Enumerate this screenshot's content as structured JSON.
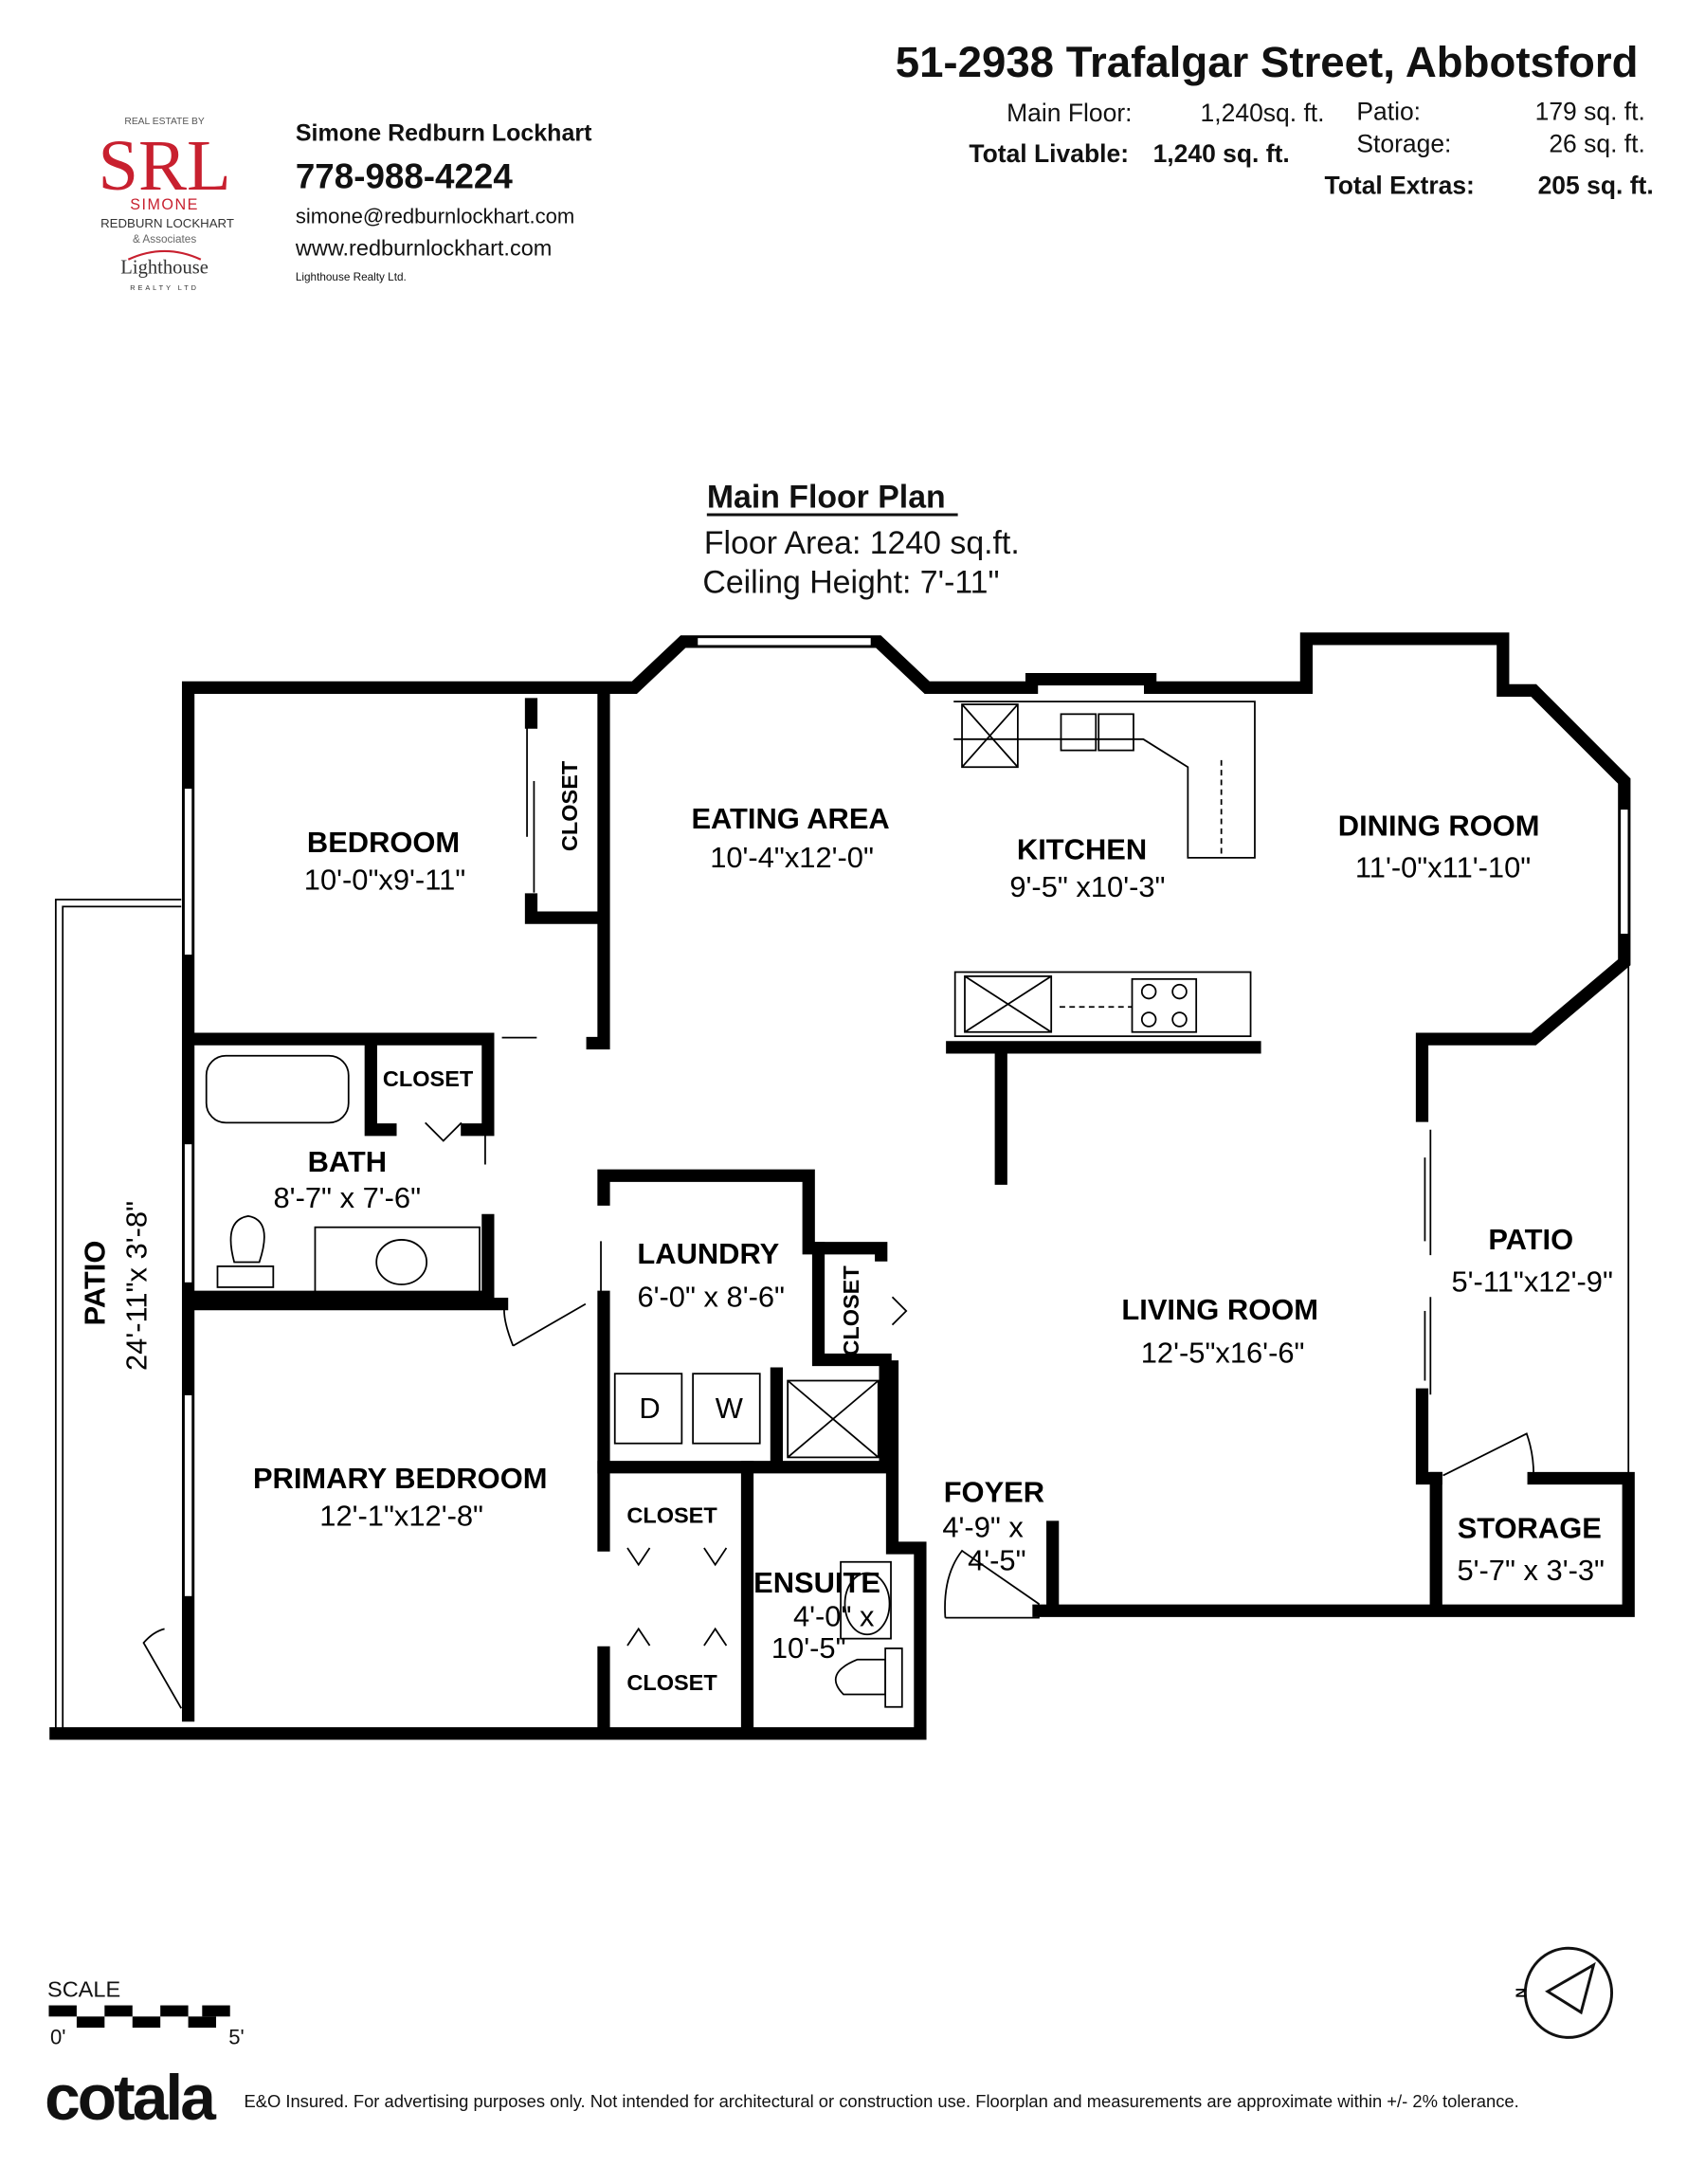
{
  "header": {
    "address": "51-2938 Trafalgar Street, Abbotsford",
    "main_floor_label": "Main Floor:",
    "main_floor_value": "1,240sq. ft.",
    "total_livable_label": "Total Livable:",
    "total_livable_value": "1,240 sq. ft.",
    "patio_label": "Patio:",
    "patio_value": "179 sq. ft.",
    "storage_label": "Storage:",
    "storage_value": "26 sq. ft.",
    "total_extras_label": "Total Extras:",
    "total_extras_value": "205 sq. ft."
  },
  "agent": {
    "logo_top": "REAL ESTATE BY",
    "logo_letters": "SRL",
    "logo_simone": "SIMONE",
    "logo_name": "REDBURN LOCKHART",
    "logo_assoc": "& Associates",
    "logo_brokerage": "Lighthouse",
    "logo_brokerage_sub": "REALTY LTD",
    "name": "Simone Redburn Lockhart",
    "phone": "778-988-4224",
    "email": "simone@redburnlockhart.com",
    "website": "www.redburnlockhart.com",
    "brokerage": "Lighthouse Realty Ltd."
  },
  "plan": {
    "title": "Main Floor Plan",
    "floor_area": "Floor Area: 1240 sq.ft.",
    "ceiling_height": "Ceiling Height: 7'-11\"",
    "rooms": {
      "bedroom": {
        "name": "BEDROOM",
        "dims": "10'-0\"x9'-11\""
      },
      "bedroom_closet": {
        "name": "CLOSET"
      },
      "eating": {
        "name": "EATING AREA",
        "dims": "10'-4\"x12'-0\""
      },
      "kitchen": {
        "name": "KITCHEN",
        "dims": "9'-5\" x10'-3\""
      },
      "dining": {
        "name": "DINING ROOM",
        "dims": "11'-0\"x11'-10\""
      },
      "bath_closet": {
        "name": "CLOSET"
      },
      "bath": {
        "name": "BATH",
        "dims": "8'-7\" x 7'-6\""
      },
      "laundry": {
        "name": "LAUNDRY",
        "dims": "6'-0\" x 8'-6\""
      },
      "laundry_closet": {
        "name": "CLOSET"
      },
      "living": {
        "name": "LIVING ROOM",
        "dims": "12'-5\"x16'-6\""
      },
      "patio_right": {
        "name": "PATIO",
        "dims": "5'-11\"x12'-9\""
      },
      "primary": {
        "name": "PRIMARY BEDROOM",
        "dims": "12'-1\"x12'-8\""
      },
      "primary_closet_1": {
        "name": "CLOSET"
      },
      "primary_closet_2": {
        "name": "CLOSET"
      },
      "foyer": {
        "name": "FOYER",
        "dims_1": "4'-9\" x",
        "dims_2": "4'-5\""
      },
      "ensuite": {
        "name": "ENSUITE",
        "dims_1": "4'-0\" x",
        "dims_2": "10'-5\""
      },
      "storage": {
        "name": "STORAGE",
        "dims": "5'-7\" x 3'-3\""
      },
      "patio_left": {
        "name": "PATIO",
        "dims": "24'-11\"x 3'-8\""
      }
    },
    "appliances": {
      "dryer": "D",
      "washer": "W"
    }
  },
  "scale": {
    "label": "SCALE",
    "start": "0'",
    "end": "5'"
  },
  "compass": {
    "letter": "N"
  },
  "footer": {
    "brand": "cotala",
    "disclaimer": "E&O Insured. For advertising purposes only. Not intended for architectural or construction use. Floorplan and measurements are approximate within +/- 2% tolerance."
  }
}
